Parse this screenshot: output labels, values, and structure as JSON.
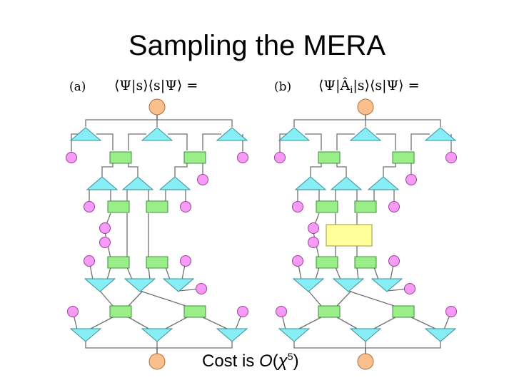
{
  "title": "Sampling the MERA",
  "panels": [
    {
      "label": "(a)",
      "formula": "⟨Ψ|s⟩⟨s|Ψ⟩ ="
    },
    {
      "label": "(b)",
      "formula_prefix": "⟨Ψ|",
      "operator": "Â",
      "operator_sub": "i",
      "formula_suffix": "|s⟩⟨s|Ψ⟩ ="
    }
  ],
  "caption": {
    "prefix": "Cost is ",
    "func": "O",
    "open": "(",
    "symbol": "χ",
    "exponent": "5",
    "close": ")"
  },
  "colors": {
    "top_node": "#f9c08e",
    "isometry": "#88eef5",
    "disentangler": "#99ee88",
    "site": "#f59af5",
    "operator_box": "#ffff99",
    "edge": "#707070"
  }
}
